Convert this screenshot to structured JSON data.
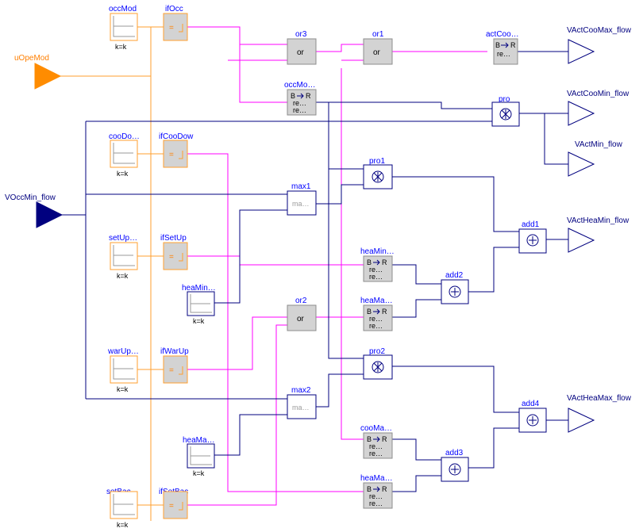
{
  "inputs": {
    "uOpeMod": "uOpeMod",
    "VOccMin_flow": "VOccMin_flow"
  },
  "outputs": {
    "VActCooMax_flow": "VActCooMax_flow",
    "VActCooMin_flow": "VActCooMin_flow",
    "VActMin_flow": "VActMin_flow",
    "VActHeaMin_flow": "VActHeaMin_flow",
    "VActHeaMax_flow": "VActHeaMax_flow"
  },
  "constants": {
    "occMod": "occMod",
    "cooDo": "cooDo…",
    "setUp": "setUp…",
    "warUp": "warUp…",
    "setBac": "setBac…",
    "kk": "k=k"
  },
  "equals": {
    "ifOcc": "ifOcc",
    "ifCooDow": "ifCooDow",
    "ifSetUp": "ifSetUp",
    "ifWarUp": "ifWarUp",
    "ifSetBac": "ifSetBac",
    "symbol": "="
  },
  "ors": {
    "or3": "or3",
    "or1": "or1",
    "or2": "or2",
    "text": "or"
  },
  "bool_to_real": {
    "actCoo": "actCoo…",
    "occMo": "occMo…",
    "heaMin": "heaMin…",
    "heaMa1": "heaMa…",
    "cooMa": "cooMa…",
    "heaMa2": "heaMa…",
    "b": "B",
    "r": "R",
    "re": "re…"
  },
  "reals": {
    "heaMinC": "heaMin…",
    "heaMaC": "heaMa…"
  },
  "max": {
    "max1": "max1",
    "max2": "max2",
    "inner": "ma…"
  },
  "products": {
    "pro": "pro",
    "pro1": "pro1",
    "pro2": "pro2"
  },
  "adds": {
    "add1": "add1",
    "add2": "add2",
    "add3": "add3",
    "add4": "add4"
  }
}
